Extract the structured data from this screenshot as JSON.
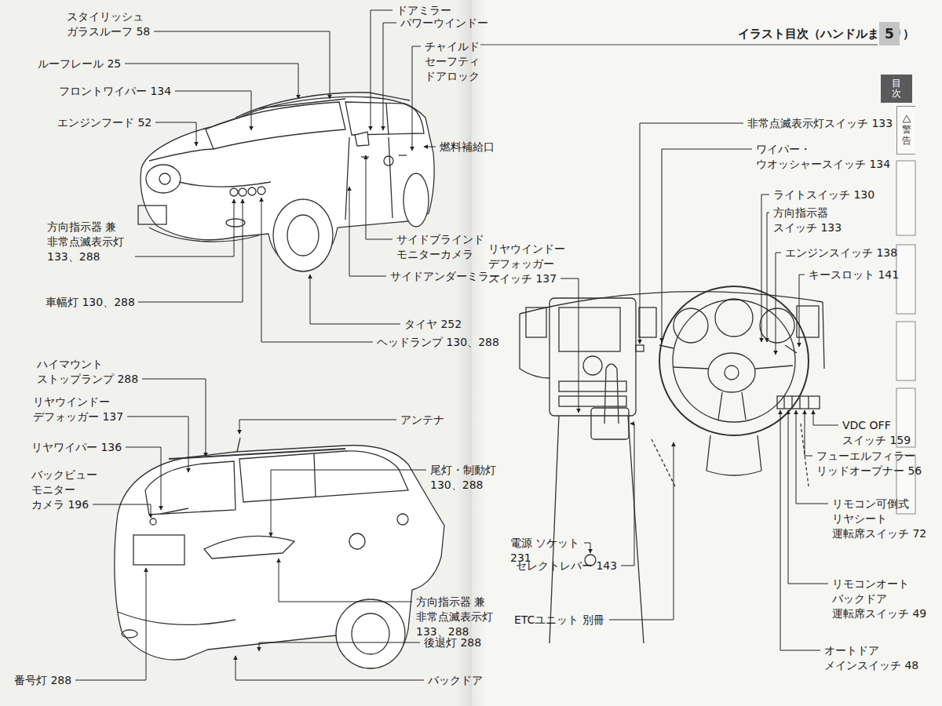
{
  "diagram": {
    "title": "イラスト目次（ハンドルまわり）",
    "nodes": [
      {
        "text": [
          "5"
        ]
      },
      {
        "text": [
          "目次"
        ]
      },
      {
        "text": [
          "警告"
        ]
      }
    ],
    "labels": [
      "スタイリッシュ ガラスルーフ 58",
      "ルーフレール 25",
      "フロントワイパー 134",
      "エンジンフード 52",
      "ドアミラー",
      "パワーウインドー",
      "チャイルド セーフティ ドアロック",
      "燃料補給口",
      "方向指示器 兼 非常点滅表示灯 133、288",
      "サイドブラインド モニターカメラ",
      "サイドアンダーミラー",
      "車幅灯 130、288",
      "タイヤ 252",
      "ヘッドランプ 130、288",
      "ハイマウント ストップランプ 288",
      "リヤウインドー デフォッガー 137",
      "アンテナ",
      "リヤワイパー 136",
      "尾灯・制動灯 130、288",
      "バックビュー モニター カメラ 196",
      "方向指示器 兼 非常点滅表示灯 133、288",
      "後退灯 288",
      "番号灯 288",
      "バックドア",
      "非常点滅表示灯スイッチ 133",
      "ワイパー・ ウオッシャースイッチ 134",
      "ライトスイッチ 130",
      "方向指示器 スイッチ 133",
      "リヤウインドー デフォッガー スイッチ 137",
      "エンジンスイッチ 138",
      "キースロット 141",
      "VDC OFF スイッチ 159",
      "フューエルフィラー リッドオープナー 56",
      "リモコン可倒式 リヤシート 運転席スイッチ 72",
      "電源 ソケット 231",
      "セレクトレバー 143",
      "リモコンオート バックドア 運転席スイッチ 49",
      "ETCユニット 別冊",
      "オートドア メインスイッチ 48"
    ]
  }
}
